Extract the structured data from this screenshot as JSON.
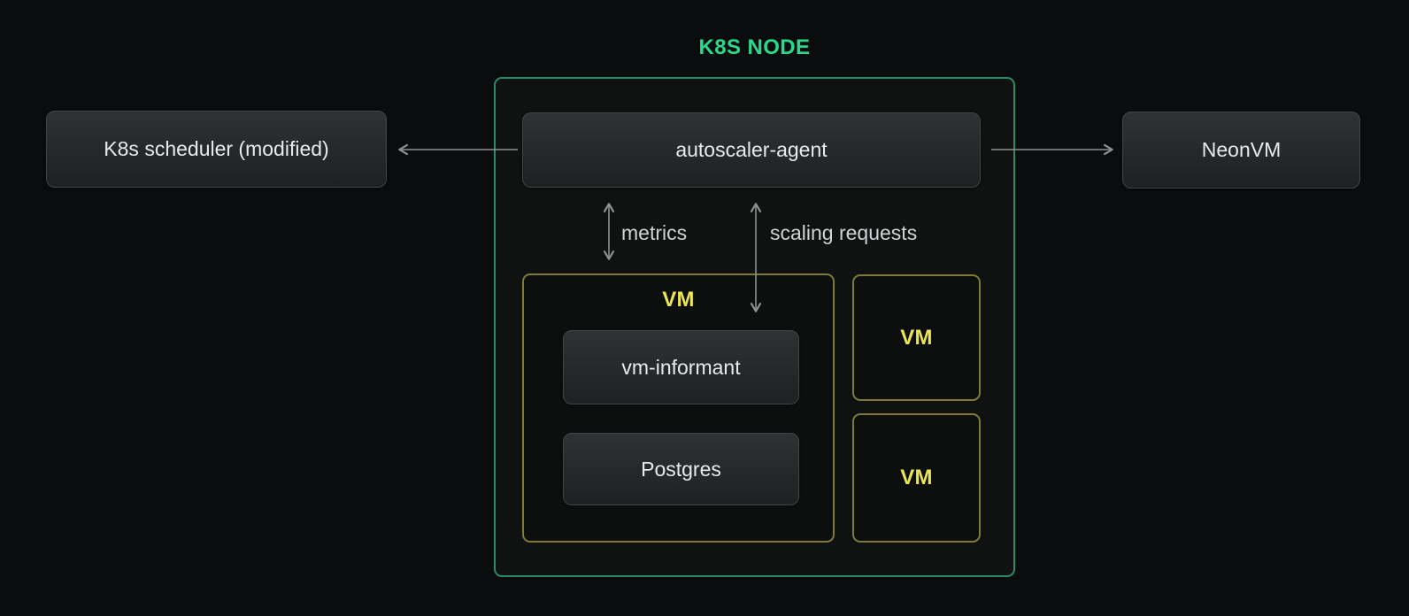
{
  "diagram": {
    "title": "K8S NODE",
    "outer_nodes": {
      "scheduler": {
        "label": "K8s scheduler (modified)"
      },
      "neonvm": {
        "label": "NeonVM"
      }
    },
    "k8s_node": {
      "autoscaler": {
        "label": "autoscaler-agent"
      },
      "vm_main": {
        "label": "VM",
        "children": {
          "informant": {
            "label": "vm-informant"
          },
          "postgres": {
            "label": "Postgres"
          }
        }
      },
      "vm_small_top": {
        "label": "VM"
      },
      "vm_small_bottom": {
        "label": "VM"
      }
    },
    "edges": {
      "autoscaler_to_scheduler": {
        "type": "arrow",
        "direction": "left"
      },
      "autoscaler_to_neonvm": {
        "type": "arrow",
        "direction": "right"
      },
      "metrics": {
        "label": "metrics",
        "type": "double-headed-arrow"
      },
      "scaling_requests": {
        "label": "scaling requests",
        "type": "double-headed-arrow"
      }
    },
    "colors": {
      "background": "#0b0c0d",
      "title_green": "#2bd78a",
      "container_border_green": "#2d8a66",
      "vm_border_yellow": "#7d7b36",
      "vm_text_yellow": "#ebe556",
      "arrow_gray": "#8e9193",
      "node_text": "#e8eaeb",
      "edge_label_text": "#cfd3d6"
    }
  }
}
